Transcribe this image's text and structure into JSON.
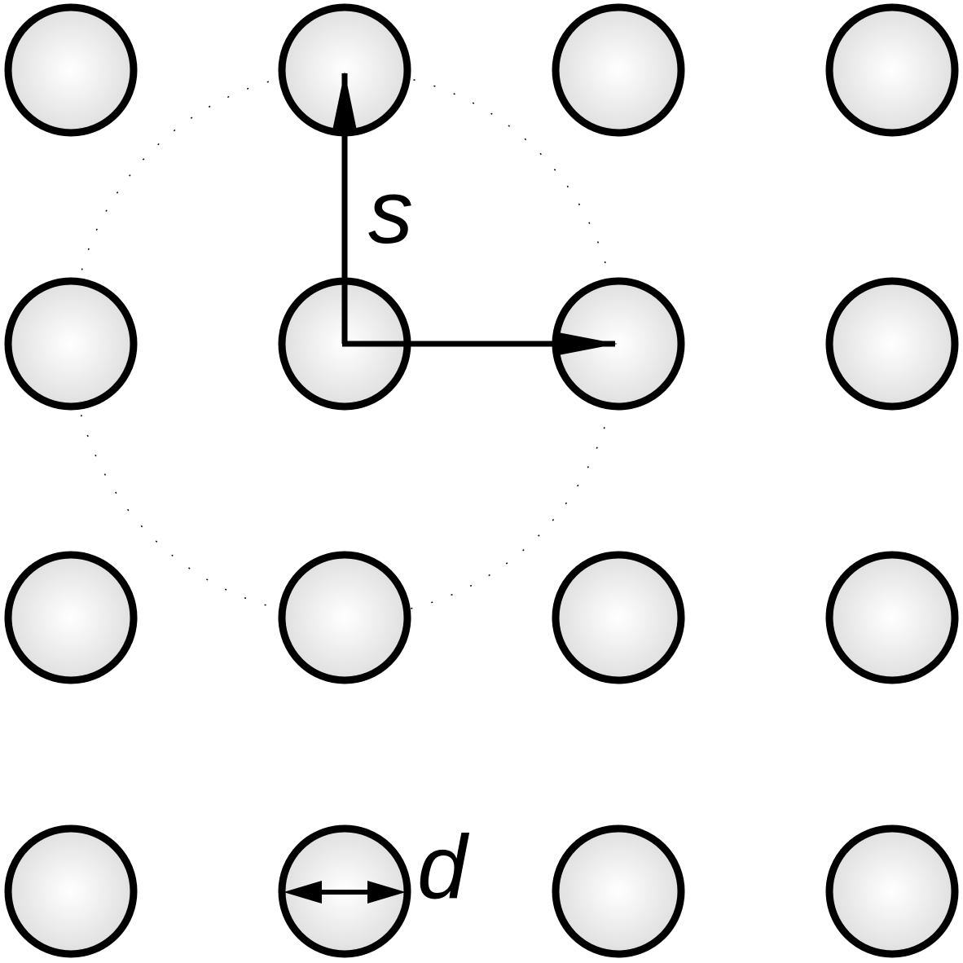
{
  "diagram": {
    "rows": 4,
    "cols": 4,
    "spacing_label": "s",
    "diameter_label": "d",
    "colors": {
      "stroke": "#000000",
      "fill_center": "#ffffff",
      "fill_edge": "#dcdcdc",
      "background": "#ffffff"
    }
  }
}
